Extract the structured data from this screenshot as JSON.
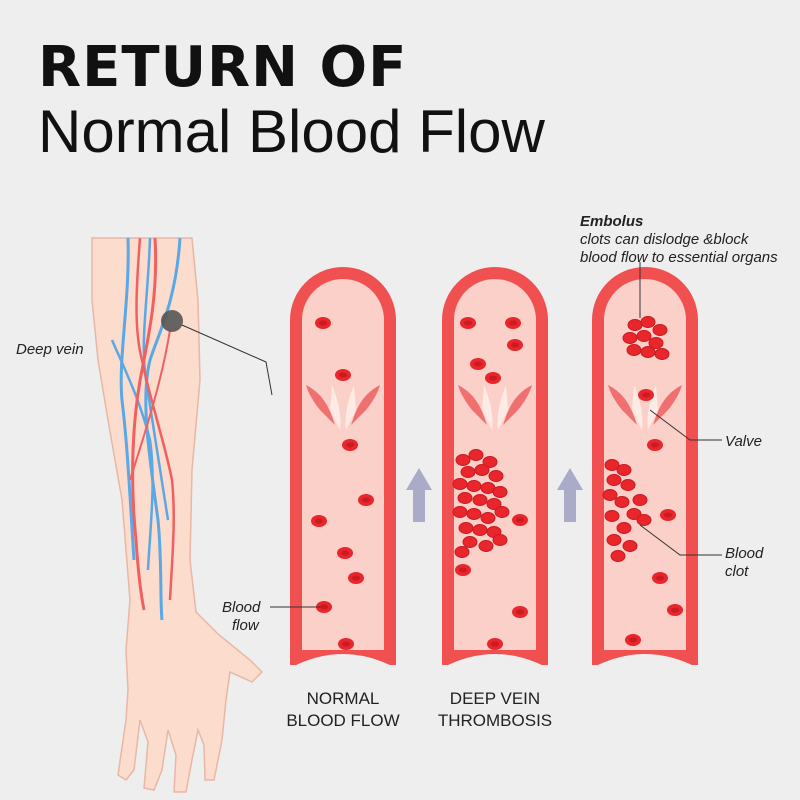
{
  "title": {
    "line1": "RETURN OF",
    "line2": "Normal Blood Flow"
  },
  "labels": {
    "deep_vein": "Deep vein",
    "blood_flow_1": "Blood",
    "blood_flow_2": "flow",
    "embolus_title": "Embolus",
    "embolus_line1": "clots can dislodge &block",
    "embolus_line2": "blood flow to essential organs",
    "valve": "Valve",
    "blood_clot_1": "Blood",
    "blood_clot_2": "clot"
  },
  "captions": {
    "normal_1": "NORMAL",
    "normal_2": "BLOOD FLOW",
    "dvt_1": "DEEP VEIN",
    "dvt_2": "THROMBOSIS"
  },
  "colors": {
    "vessel_wall": "#f0504f",
    "vessel_inner": "#fad0c8",
    "cell": "#e8262c",
    "vein_blue": "#5aa8e6",
    "artery_red": "#f06060",
    "skin": "#fbdccd",
    "arrow": "#a9abc9"
  }
}
